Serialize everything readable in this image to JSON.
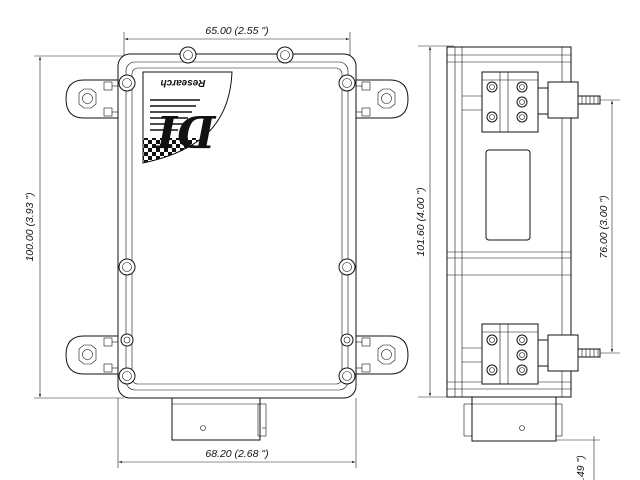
{
  "dimensions": {
    "top_width": "65.00 (2.55  \")",
    "left_height": "100.00 (3.93  \")",
    "side_height": "101.60 (4.00  \")",
    "mount_spacing": "76.00 (3.00  \")",
    "bottom_width": "68.20 (2.68  \")",
    "connector_depth": ".49  \")"
  },
  "logo": {
    "brand_mark": "DI",
    "brand_word": "Research"
  },
  "colors": {
    "line": "#111111",
    "background": "#ffffff"
  }
}
